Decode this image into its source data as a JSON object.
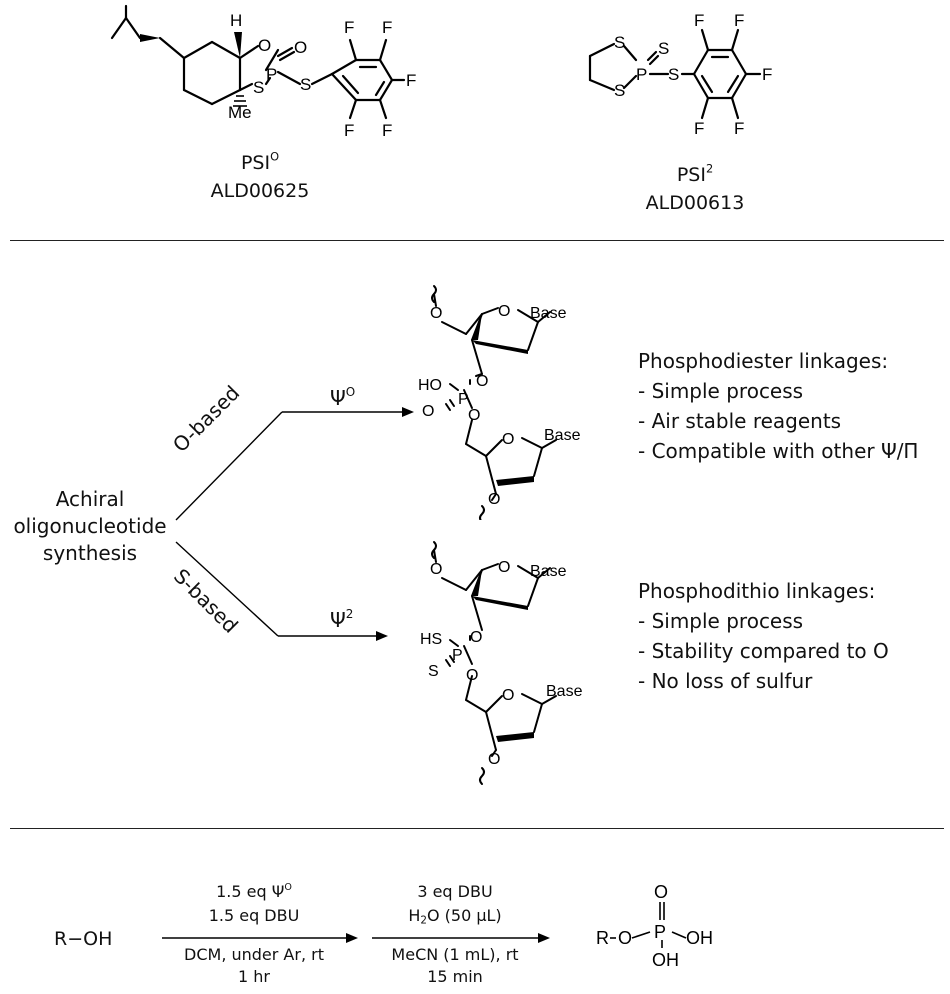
{
  "top": {
    "psi_o": {
      "name": "PSI",
      "sup": "O",
      "code": "ALD00625"
    },
    "psi_2": {
      "name": "PSI",
      "sup": "2",
      "code": "ALD00613"
    },
    "atoms": {
      "H": "H",
      "O": "O",
      "P": "P",
      "S": "S",
      "F": "F",
      "Me": "Me"
    }
  },
  "middle": {
    "start_text": [
      "Achiral",
      "oligonucleotide",
      "synthesis"
    ],
    "branch_o": "O-based",
    "branch_s": "S-based",
    "reagent_o": {
      "sym": "Ψ",
      "sup": "O"
    },
    "reagent_s": {
      "sym": "Ψ",
      "sup": "2"
    },
    "base_label": "Base",
    "atoms": {
      "O": "O",
      "P": "P",
      "HO": "HO",
      "HS": "HS",
      "S": "S"
    },
    "phosphodiester": {
      "title": "Phosphodiester linkages:",
      "points": [
        "- Simple process",
        "- Air stable reagents",
        "- Compatible with other Ψ/Π"
      ]
    },
    "phosphodithio": {
      "title": "Phosphodithio linkages:",
      "points": [
        "- Simple process",
        "- Stability compared to O",
        "- No loss of sulfur"
      ]
    }
  },
  "bottom": {
    "reactant": "R−OH",
    "step1": {
      "above1_pre": "1.5 eq Ψ",
      "above1_sup": "O",
      "above2": "1.5 eq DBU",
      "below1": "DCM, under Ar, rt",
      "below2": "1 hr"
    },
    "step2": {
      "above1": "3 eq DBU",
      "above2_pre": "H",
      "above2_sub": "2",
      "above2_post": "O (50 μL)",
      "below1": "MeCN (1 mL), rt",
      "below2": "15 min"
    },
    "product": {
      "R": "R",
      "O": "O",
      "P": "P",
      "Od": "O",
      "OH1": "OH",
      "OH2": "OH"
    }
  }
}
